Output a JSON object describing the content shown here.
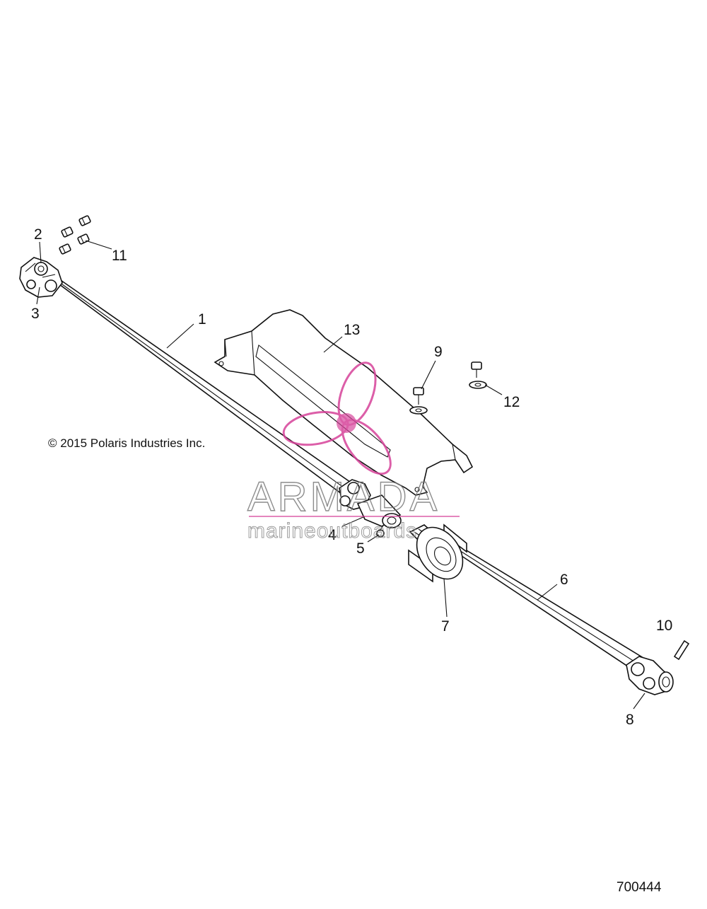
{
  "copyright": "© 2015 Polaris Industries Inc.",
  "diagram_id": "700444",
  "watermark": {
    "brand": "ARMADA",
    "tagline": "marineoutboards",
    "logo": "propeller-logo",
    "accent_color": "#d6439a"
  },
  "callouts": {
    "c1": "1",
    "c2": "2",
    "c3": "3",
    "c4": "4",
    "c5": "5",
    "c6": "6",
    "c7": "7",
    "c8": "8",
    "c9": "9",
    "c10": "10",
    "c11": "11",
    "c12": "12",
    "c13": "13"
  }
}
